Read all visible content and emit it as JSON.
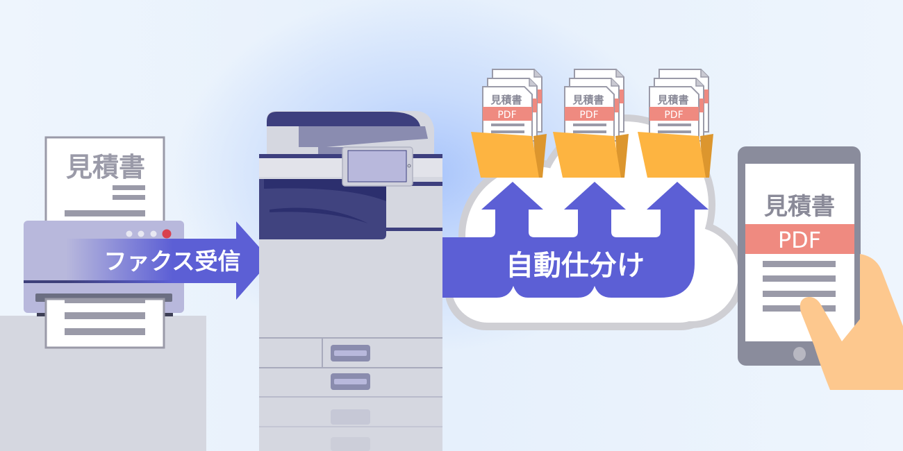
{
  "fax": {
    "document_title": "見積書",
    "arrow_label": "ファクス受信"
  },
  "cloud": {
    "arrow_label": "自動仕分け",
    "folders": [
      {
        "doc_title": "見積書",
        "doc_type": "PDF"
      },
      {
        "doc_title": "見積書",
        "doc_type": "PDF"
      },
      {
        "doc_title": "見積書",
        "doc_type": "PDF"
      }
    ]
  },
  "tablet": {
    "doc_title": "見積書",
    "doc_type": "PDF"
  },
  "colors": {
    "arrow": "#5c5fd5",
    "pdf_band": "#ef8a80",
    "folder": "#fdb441",
    "copier_dark": "#40437f"
  }
}
